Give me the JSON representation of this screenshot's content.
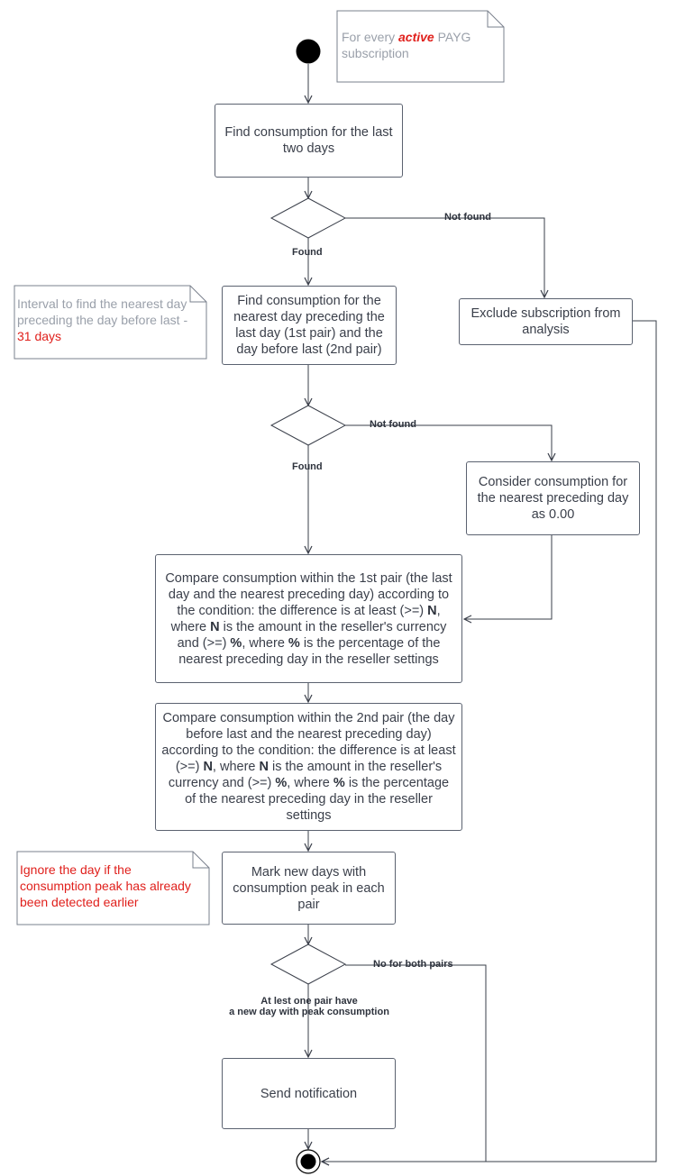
{
  "diagram": {
    "start_note": {
      "prefix": "For every ",
      "emph": "active",
      "suffix": " PAYG subscription"
    },
    "box_find_two_days": "Find consumption for the last two days",
    "d1_not_found": "Not found",
    "d1_found": "Found",
    "box_exclude": "Exclude subscription from analysis",
    "interval_note": {
      "prefix": "Interval to find the nearest day preceding the day before last - ",
      "value": "31 days"
    },
    "box_find_nearest": "Find consumption for the nearest day preceding the last day (1st pair) and the day before last (2nd pair)",
    "d2_not_found": "Not found",
    "d2_found": "Found",
    "box_consider": "Consider consumption for the nearest preceding day as 0.00",
    "compare1": {
      "p1": "Compare consumption within the 1st pair (the last day and the nearest preceding day) according to the condition: the difference is at least (>=) ",
      "n1": "N",
      "p2": ", where ",
      "n2": "N",
      "p3": " is the amount in the reseller's currency and (>=) ",
      "pc1": "%",
      "p4": ", where ",
      "pc2": "%",
      "p5": " is the percentage of the nearest preceding day in the reseller settings"
    },
    "compare2": {
      "p1": "Compare consumption within the 2nd pair (the day before last and the nearest preceding day) according to the condition: the difference is at least (>=) ",
      "n1": "N",
      "p2": ", where ",
      "n2": "N",
      "p3": " is the amount in the reseller's currency and (>=) ",
      "pc1": "%",
      "p4": ", where ",
      "pc2": "%",
      "p5": " is the percentage of the nearest preceding day in the reseller settings"
    },
    "ignore_note": "Ignore the day if the consumption peak has already been detected earlier",
    "box_mark": "Mark new days with consumption peak in each pair",
    "d3_no": "No for both pairs",
    "d3_yes_line1": "At lest one pair have",
    "d3_yes_line2": "a new day with peak consumption",
    "box_send": "Send notification"
  },
  "colors": {
    "line": "#3a3f4a",
    "accent_red": "#e0201c",
    "note_grey": "#9aa0aa"
  }
}
